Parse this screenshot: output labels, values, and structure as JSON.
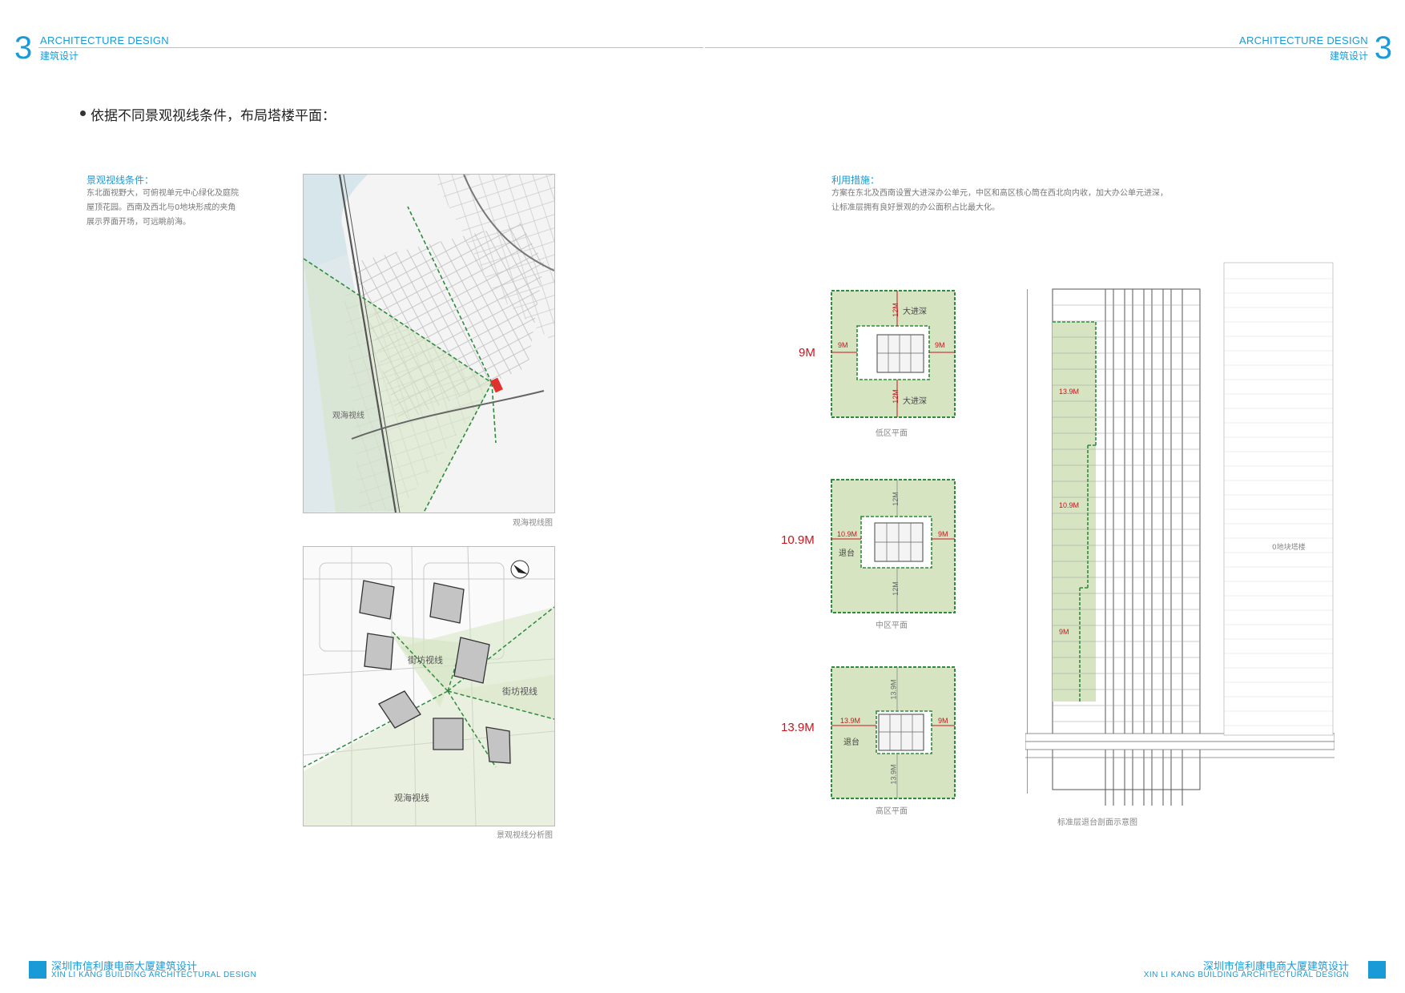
{
  "header": {
    "left_number": "3",
    "left_en": "ARCHITECTURE DESIGN",
    "left_cn": "建筑设计",
    "right_number": "3",
    "right_en": "ARCHITECTURE DESIGN",
    "right_cn": "建筑设计"
  },
  "main_heading": "依据不同景观视线条件，布局塔楼平面：",
  "landscape": {
    "title": "景观视线条件：",
    "lines": [
      "东北面视野大，可俯视单元中心绿化及庭院",
      "屋顶花园。西南及西北与0地块形成的夹角",
      "展示界面开场，可远眺前海。"
    ]
  },
  "measures": {
    "title": "利用措施：",
    "lines": [
      "方案在东北及西南设置大进深办公单元，中区和高区核心筒在西北向内收，加大办公单元进深，",
      "让标准层拥有良好景观的办公面积占比最大化。"
    ]
  },
  "map1": {
    "label_sea_view": "观海视线",
    "caption": "观海视线图"
  },
  "map2": {
    "label_street1": "街坊视线",
    "label_street2": "街坊视线",
    "label_sea": "观海视线",
    "caption": "景观视线分析图"
  },
  "plans": [
    {
      "floor_label": "9M",
      "caption": "低区平面",
      "dims": {
        "left": "9M",
        "right": "9M",
        "top": "12M",
        "bottom": "12M"
      },
      "zone_labels": [
        "大进深",
        "大进深"
      ]
    },
    {
      "floor_label": "10.9M",
      "caption": "中区平面",
      "dims": {
        "left": "10.9M",
        "right": "9M",
        "top": "12M",
        "bottom": "12M"
      },
      "zone_labels": [
        "退台"
      ]
    },
    {
      "floor_label": "13.9M",
      "caption": "高区平面",
      "dims": {
        "left": "13.9M",
        "right": "9M",
        "top": "13.9M",
        "bottom": "13.9M"
      },
      "zone_labels": [
        "退台"
      ]
    }
  ],
  "section": {
    "marks": [
      "13.9M",
      "10.9M",
      "9M"
    ],
    "neighbor_label": "0地块塔楼",
    "caption": "标准层退台剖面示意图"
  },
  "footer": {
    "left_cn": "深圳市信利康电商大厦建筑设计",
    "left_en": "XIN LI KANG BUILDING ARCHITECTURAL DESIGN",
    "right_cn": "深圳市信利康电商大厦建筑设计",
    "right_en": "XIN LI KANG BUILDING ARCHITECTURAL DESIGN"
  },
  "colors": {
    "accent": "#1a9ad6",
    "dimension_red": "#c8161d",
    "view_green": "#2e8b3d",
    "fill_green": "#d6e4c2"
  }
}
